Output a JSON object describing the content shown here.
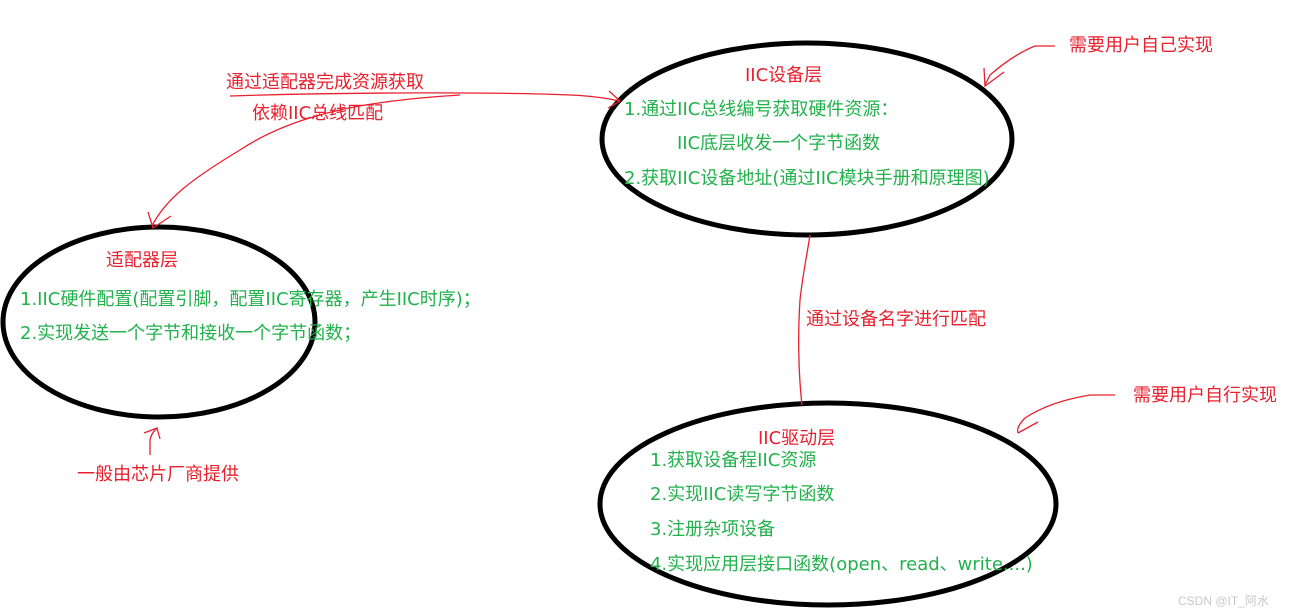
{
  "colors": {
    "title": "#e8202e",
    "annotation": "#e8202e",
    "content": "#22b14c",
    "ellipse_stroke": "#000000",
    "arrow": "#e8202e",
    "watermark": "#c8c8c8"
  },
  "nodes": {
    "adapter": {
      "title": "适配器层",
      "items": [
        "1.IIC硬件配置(配置引脚，配置IIC寄存器，产生IIC时序)；",
        "2.实现发送一个字节和接收一个字节函数；"
      ]
    },
    "device": {
      "title": "IIC设备层",
      "items": [
        "1.通过IIC总线编号获取硬件资源：",
        "IIC底层收发一个字节函数",
        "2.获取IIC设备地址(通过IIC模块手册和原理图)"
      ]
    },
    "driver": {
      "title": "IIC驱动层",
      "items": [
        "1.获取设备程IIC资源",
        "2.实现IIC读写字节函数",
        "3.注册杂项设备",
        "4.实现应用层接口函数(open、read、write....)"
      ]
    }
  },
  "annotations": {
    "adapter_to_device_line1": "通过适配器完成资源获取",
    "adapter_to_device_line2": "依赖IIC总线匹配",
    "device_to_driver": "通过设备名字进行匹配",
    "adapter_provider": "一般由芯片厂商提供",
    "device_user": "需要用户自己实现",
    "driver_user": "需要用户自行实现"
  },
  "watermark": "CSDN @IT_阿水"
}
